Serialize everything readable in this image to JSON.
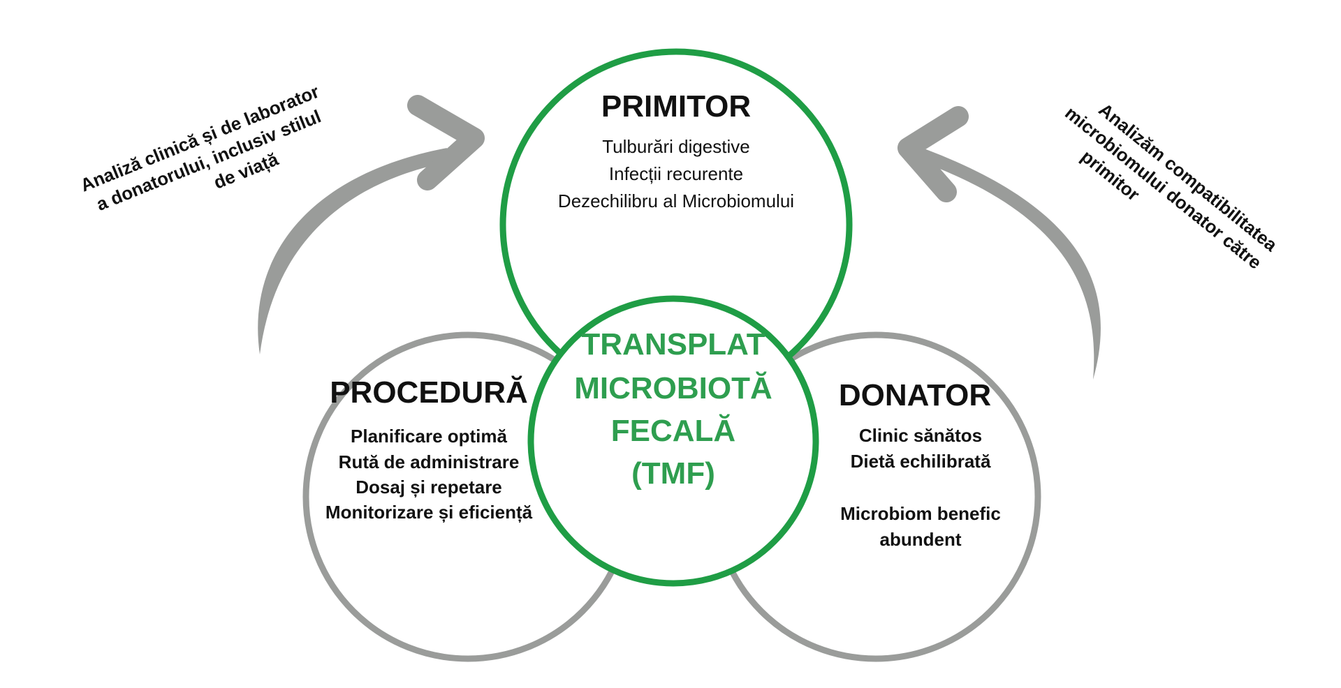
{
  "colors": {
    "green": "#1f9d45",
    "green_text": "#2e9e4f",
    "gray": "#9a9c9a",
    "text": "#111111",
    "background": "#ffffff"
  },
  "primitor": {
    "title": "PRIMITOR",
    "items": [
      "Tulburări digestive",
      "Infecții recurente",
      "Dezechilibru al Microbiomului"
    ]
  },
  "procedura": {
    "title": "PROCEDURĂ",
    "items": [
      "Planificare optimă",
      "Rută de administrare",
      "Dosaj și repetare",
      "Monitorizare și eficiență"
    ]
  },
  "donator": {
    "title": "DONATOR",
    "items": [
      "Clinic sănătos",
      "Dietă echilibrată",
      "Microbiom benefic",
      "abundent"
    ]
  },
  "center": {
    "lines": [
      "TRANSPLAT",
      "MICROBIOTĂ",
      "FECALĂ",
      "(TMF)"
    ]
  },
  "left_arrow": {
    "icon": "curved-arrow-icon",
    "lines": [
      "Analiză clinică și de laborator",
      "a donatorului, inclusiv stilul",
      "de viață"
    ]
  },
  "right_arrow": {
    "icon": "curved-arrow-icon",
    "lines": [
      "Analizăm compatibilitatea",
      "microbiomului donator către",
      "primitor"
    ]
  }
}
